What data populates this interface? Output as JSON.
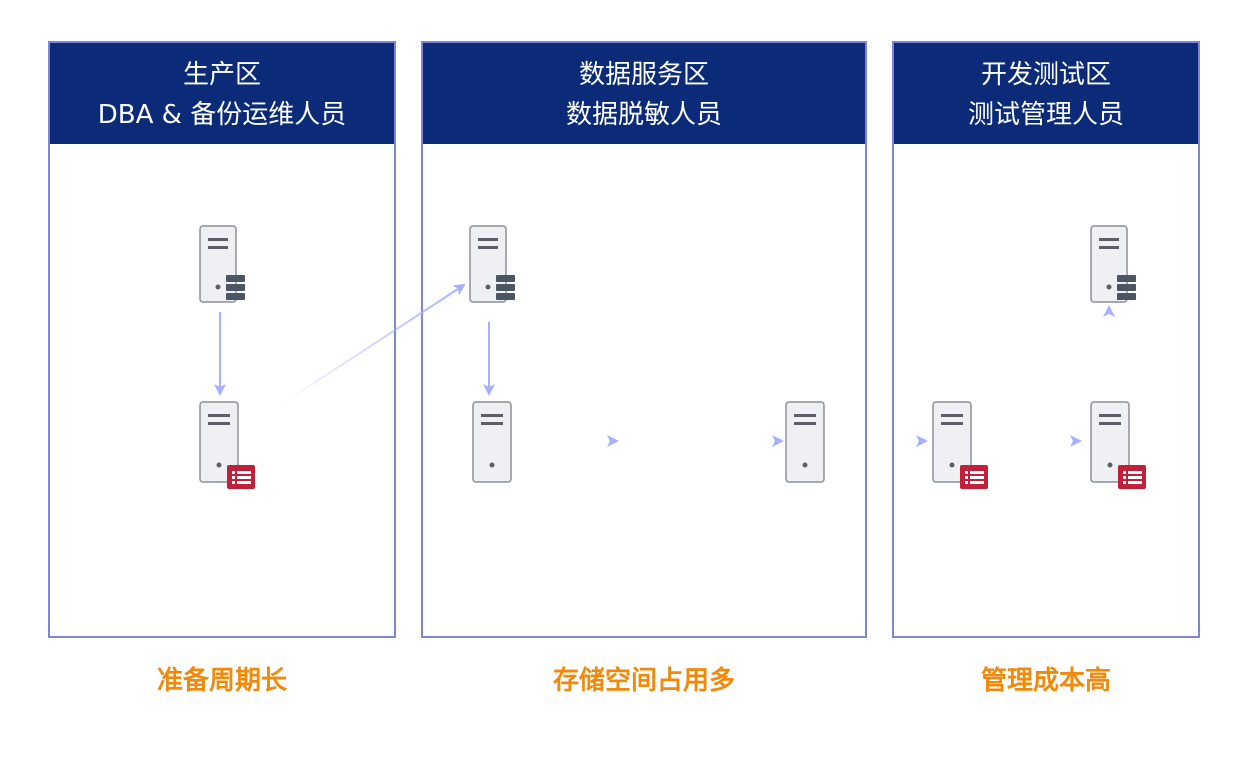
{
  "zones": [
    {
      "title": "生产区",
      "subtitle": "DBA & 备份运维人员",
      "footer": "准备周期长"
    },
    {
      "title": "数据服务区",
      "subtitle": "数据脱敏人员",
      "footer": "存储空间占用多"
    },
    {
      "title": "开发测试区",
      "subtitle": "测试管理人员",
      "footer": "管理成本高"
    }
  ],
  "colors": {
    "header_bg": "#0b2a78",
    "border": "#7f85d8",
    "arrow": "#a6b0ff",
    "footer_text": "#f08a0c",
    "db_badge": "#4b5563",
    "copy_badge": "#c0203a"
  },
  "icons": {
    "server": "server-icon",
    "database_badge": "database-badge-icon",
    "copy_badge": "data-copy-badge-icon"
  }
}
